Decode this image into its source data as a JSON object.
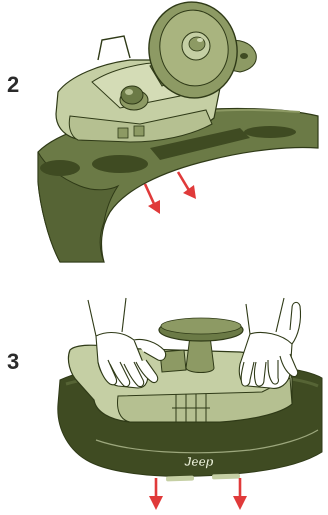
{
  "steps": [
    {
      "number": "2"
    },
    {
      "number": "3"
    }
  ],
  "brand": {
    "logo_text": "Jeep"
  },
  "colors": {
    "light_green": "#c5cfa4",
    "mid_green": "#8d9a64",
    "base_green": "#6b7a46",
    "dark_green": "#3f4b22",
    "outline": "#2f3a17",
    "arrow_red": "#e03a3a"
  }
}
